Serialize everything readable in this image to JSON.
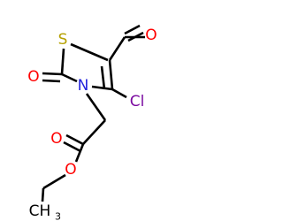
{
  "atoms": {
    "aldehyde_oxygen": "O",
    "sulfur": "S",
    "ring_carbonyl_oxygen": "O",
    "nitrogen": "N",
    "chlorine": "Cl",
    "carbonyl_oxygen": "O",
    "ester_oxygen": "O",
    "methyl_carbon": "CH",
    "methyl_subscript": "3"
  },
  "colors": {
    "bond": "#000000",
    "oxygen": "#ff0000",
    "sulfur": "#b5a000",
    "nitrogen": "#2222dd",
    "chlorine": "#7b0aa0",
    "carbon": "#000000"
  }
}
